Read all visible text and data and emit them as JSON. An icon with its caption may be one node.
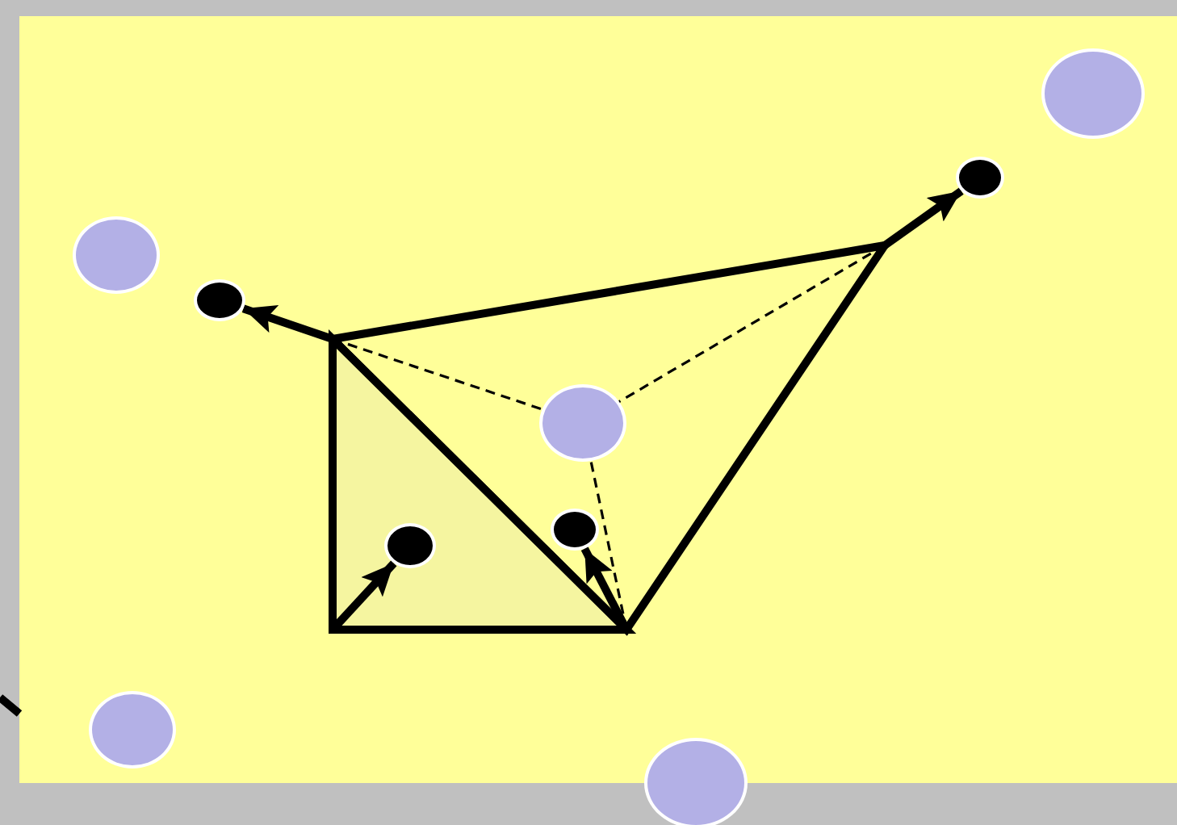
{
  "diagram": {
    "nodes": [
      {
        "text": [],
        "shape": "circle"
      },
      {
        "text": [],
        "shape": "circle"
      },
      {
        "text": [],
        "shape": "circle"
      },
      {
        "text": [],
        "shape": "circle"
      },
      {
        "text": [],
        "shape": "triangle"
      },
      {
        "text": [],
        "shape": "triangle"
      },
      {
        "text": [],
        "shape": "circle",
        "in": 4
      },
      {
        "text": [],
        "shape": "circle",
        "in": 4
      },
      {
        "text": [],
        "shape": "circle",
        "in": 5
      },
      {
        "text": [],
        "shape": "circle"
      },
      {
        "text": [],
        "shape": "circle"
      }
    ],
    "edges": [
      {
        "from": 4,
        "to": 1,
        "arrow": "to"
      },
      {
        "from": 5,
        "to": 3,
        "arrow": "to"
      },
      {
        "from": 5,
        "to": 8,
        "arrow": "to"
      },
      {
        "from": 4,
        "to": 7,
        "arrow": "to"
      },
      {
        "from": 4,
        "to": 6,
        "arrow": "none",
        "style": "dashed"
      },
      {
        "from": 4,
        "to": 6,
        "arrow": "none",
        "style": "dashed"
      },
      {
        "from": 4,
        "to": 6,
        "arrow": "none",
        "style": "dashed"
      }
    ]
  }
}
